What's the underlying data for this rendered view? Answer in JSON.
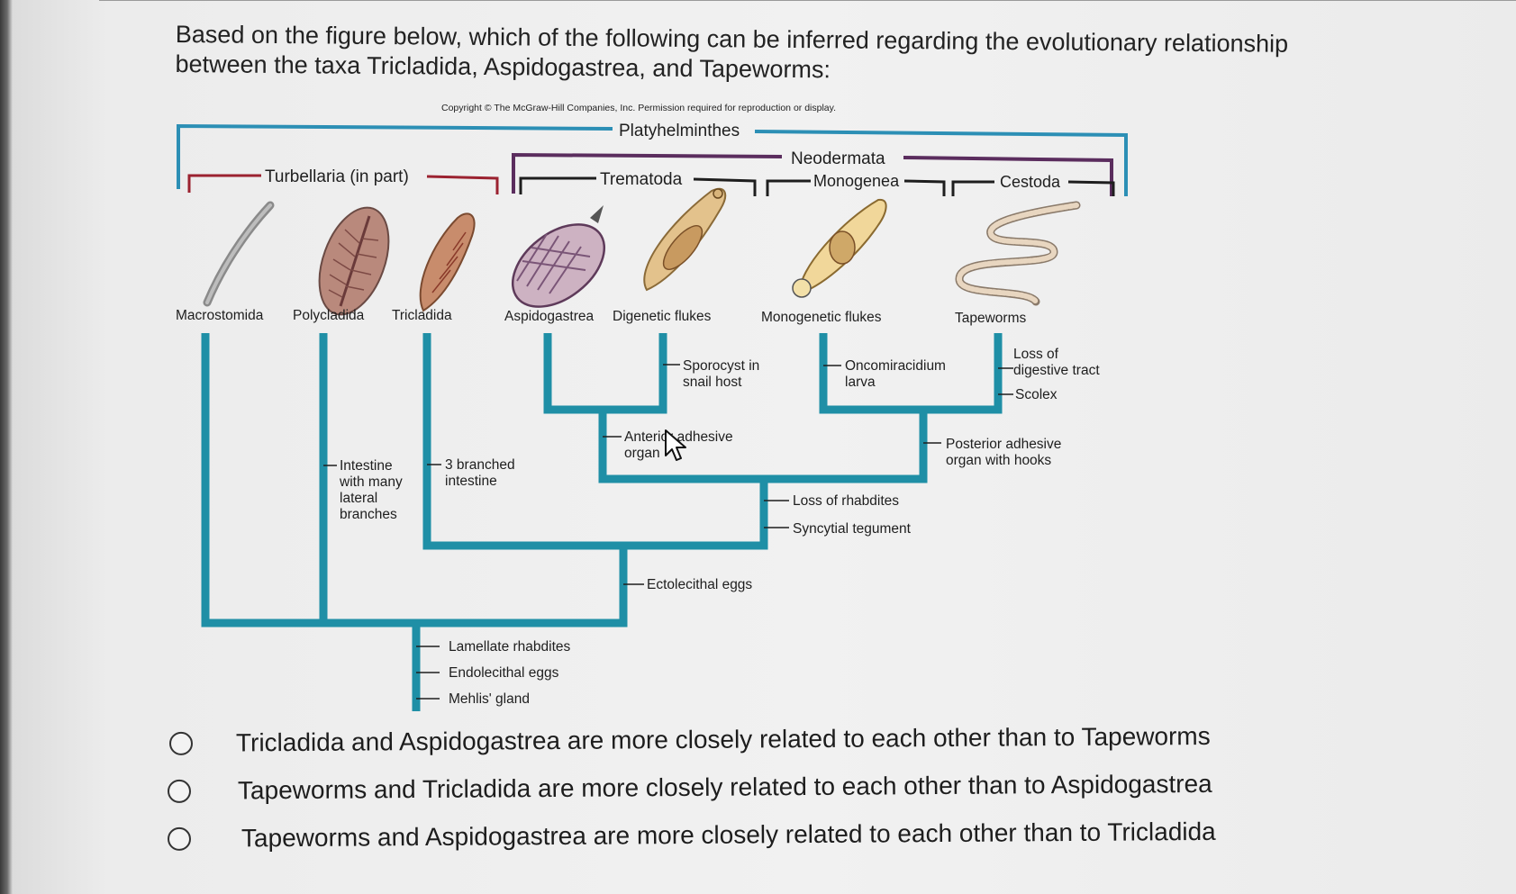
{
  "question": {
    "text": "Based on the figure below, which of the following can be inferred regarding the evolutionary relationship between the taxa Tricladida, Aspidogastrea, and Tapeworms:"
  },
  "figure": {
    "copyright": "Copyright © The McGraw-Hill Companies, Inc. Permission required for reproduction or display.",
    "groups": {
      "platyhelminthes": "Platyhelminthes",
      "neodermata": "Neodermata",
      "turbellaria": "Turbellaria (in part)",
      "trematoda": "Trematoda",
      "monogenea": "Monogenea",
      "cestoda": "Cestoda"
    },
    "taxa": [
      "Macrostomida",
      "Polycladida",
      "Tricladida",
      "Aspidogastrea",
      "Digenetic flukes",
      "Monogenetic flukes",
      "Tapeworms"
    ],
    "traits": {
      "sporocyst_1": "Sporocyst in",
      "sporocyst_2": "snail host",
      "oncomiracidium_1": "Oncomiracidium",
      "oncomiracidium_2": "larva",
      "loss_digestive_1": "Loss of",
      "loss_digestive_2": "digestive tract",
      "scolex": "Scolex",
      "anterior_adhesive_1": "Anterior adhesive",
      "anterior_adhesive_2": "organ",
      "posterior_adhesive_1": "Posterior adhesive",
      "posterior_adhesive_2": "organ with hooks",
      "intestine_1": "Intestine",
      "intestine_2": "with many",
      "intestine_3": "lateral",
      "intestine_4": "branches",
      "three_branched_1": "3 branched",
      "three_branched_2": "intestine",
      "loss_rhabdites": "Loss of rhabdites",
      "syncytial_tegument": "Syncytial tegument",
      "ectolecithal_eggs": "Ectolecithal eggs",
      "lamellate_rhabdites": "Lamellate rhabdites",
      "endolecithal_eggs": "Endolecithal eggs",
      "mehlis_gland": "Mehlis' gland"
    },
    "colors": {
      "tree": "#1f8fa6",
      "platyhelminthes_bracket": "#2c8fb5",
      "neodermata_bracket": "#5b2d5e",
      "red_bracket": "#9b2230"
    }
  },
  "options": [
    {
      "label": "Tricladida and Aspidogastrea are more closely related to each other than to Tapeworms",
      "selected": false
    },
    {
      "label": "Tapeworms and Tricladida are more closely related to each other than to Aspidogastrea",
      "selected": false
    },
    {
      "label": "Tapeworms and Aspidogastrea are more closely related to each other than to Tricladida",
      "selected": false
    }
  ]
}
